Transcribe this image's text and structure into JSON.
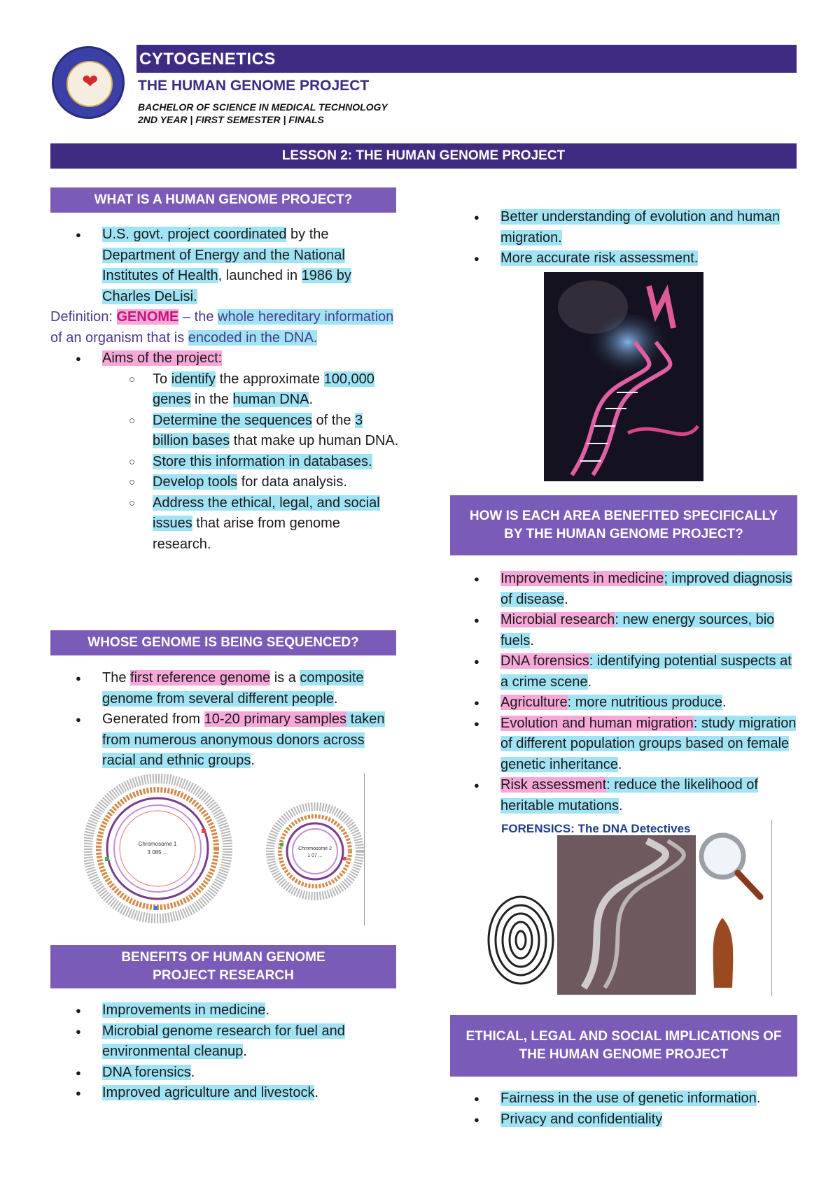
{
  "header": {
    "course": "CYTOGENETICS",
    "topic": "THE HUMAN GENOME PROJECT",
    "program": "BACHELOR OF SCIENCE IN MEDICAL TECHNOLOGY",
    "term": "2ND YEAR | FIRST SEMESTER | FINALS"
  },
  "lesson": "LESSON 2: THE HUMAN GENOME PROJECT",
  "sections": {
    "what": "WHAT IS A HUMAN GENOME PROJECT?",
    "whose": "WHOSE GENOME IS BEING SEQUENCED?",
    "benefits": "BENEFITS OF HUMAN GENOME PROJECT RESEARCH",
    "how": "HOW IS EACH AREA BENEFITED SPECIFICALLY BY THE HUMAN GENOME PROJECT?",
    "ethical": "ETHICAL, LEGAL AND SOCIAL IMPLICATIONS OF THE HUMAN GENOME PROJECT"
  },
  "what_text": {
    "b1_a": "U.S. govt. project coordinated",
    "b1_b": " by the ",
    "b1_c": "Department of Energy and the National Institutes of Health",
    "b1_d": ", launched in ",
    "b1_e": "1986 by Charles DeLisi.",
    "def_a": "Definition: ",
    "def_b": "GENOME",
    "def_c": " – the ",
    "def_d": "whole hereditary information",
    "def_e": " of an organism that is ",
    "def_f": "encoded in the DNA.",
    "aims": "Aims of the project:",
    "aim1_a": "To ",
    "aim1_b": "identify",
    "aim1_c": " the approximate ",
    "aim1_d": "100,000 genes",
    "aim1_e": " in the ",
    "aim1_f": "human DNA",
    "aim1_g": ".",
    "aim2_a": "Determine the sequences",
    "aim2_b": " of the ",
    "aim2_c": "3 billion bases",
    "aim2_d": " that make up human DNA.",
    "aim3": "Store this information in databases.",
    "aim4_a": "Develop tools",
    "aim4_b": " for data analysis.",
    "aim5_a": "Address the ethical, legal, and social issues",
    "aim5_b": " that arise from genome research."
  },
  "whose_text": {
    "b1_a": "The ",
    "b1_b": "first reference genome",
    "b1_c": " is a ",
    "b1_d": "composite genome from several different people",
    "b1_e": ".",
    "b2_a": "Generated from ",
    "b2_b": "10-20 primary samples",
    "b2_c": " taken from numerous anonymous donors across racial and ethnic groups",
    "b2_d": "."
  },
  "benefits_list": {
    "i1": "Improvements in medicine",
    "i2": "Microbial genome research for fuel and environmental cleanup",
    "i3": "DNA forensics",
    "i4": "Improved agriculture and livestock",
    "dot": "."
  },
  "right_top": {
    "i1": "Better understanding of evolution and human migration.",
    "i2": "More accurate risk assessment."
  },
  "how_list": [
    {
      "a": "Improvements in medicine",
      "b": "; improved diagnosis of disease",
      "c": "."
    },
    {
      "a": "Microbial research",
      "b": ": new energy sources, bio fuels",
      "c": "."
    },
    {
      "a": "DNA forensics",
      "b": ": identifying potential suspects at a crime scene",
      "c": "."
    },
    {
      "a": "Agriculture",
      "b": ": more nutritious produce",
      "c": "."
    },
    {
      "a": "Evolution and human migration",
      "b": ": study migration of different population groups based on female genetic inheritance",
      "c": "."
    },
    {
      "a": "Risk assessment",
      "b": ": reduce the likelihood of heritable mutations",
      "c": "."
    }
  ],
  "ethical_list": {
    "i1": "Fairness in the use of genetic information",
    "i1_dot": ".",
    "i2": "Privacy and confidentiality"
  },
  "genome_map": {
    "left_label_1": "Chromosome 1",
    "left_label_2": "3 085 ...",
    "right_label_1": "Chromosome 2",
    "right_label_2": "1 07 ..."
  },
  "forensics_image": {
    "caption": "FORENSICS: The DNA Detectives"
  }
}
